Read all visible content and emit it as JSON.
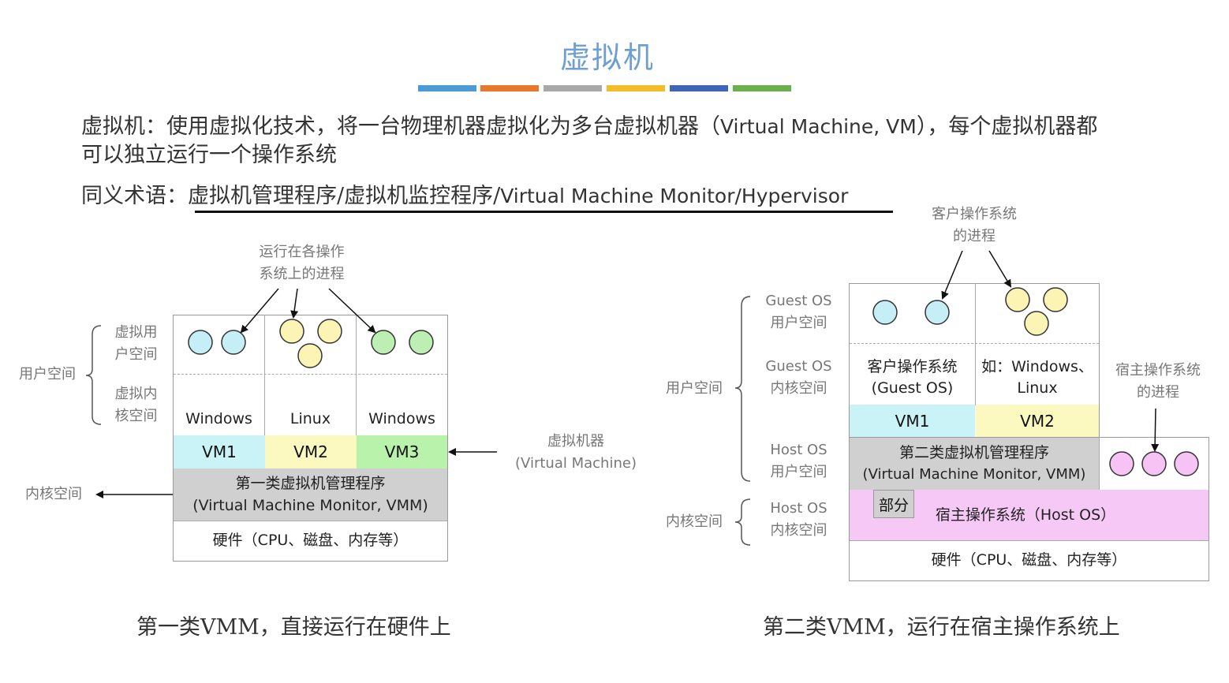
{
  "page": {
    "title": "虚拟机"
  },
  "stripes": [
    "#4a9bd6",
    "#e8782e",
    "#a9a9a9",
    "#f3bd2a",
    "#3f66b6",
    "#6ab04c"
  ],
  "intro": {
    "line1_a": "虚拟机：使用虚拟化技术，将一台物理机器虚拟化为多台虚拟机器（",
    "line1_b": "Virtual Machine, VM",
    "line1_c": "），每个虚拟机器都",
    "line2": "可以独立运行一个操作系统",
    "syn_label": "同义术语：",
    "syn_a": "虚拟机管理程序/虚拟机监控程序/",
    "syn_b": "Virtual Machine Monitor/Hypervisor"
  },
  "type1": {
    "process_note_1": "运行在各操作",
    "process_note_2": "系统上的进程",
    "vuser_1": "虚拟用",
    "vuser_2": "户空间",
    "vkernel_1": "虚拟内",
    "vkernel_2": "核空间",
    "user_space": "用户空间",
    "kernel_space": "内核空间",
    "os": [
      "Windows",
      "Linux",
      "Windows"
    ],
    "vms": [
      "VM1",
      "VM2",
      "VM3"
    ],
    "vmm_1": "第一类虚拟机管理程序",
    "vmm_2": "(Virtual Machine Monitor, VMM)",
    "hardware": "硬件（CPU、磁盘、内存等）",
    "vm_label_1": "虚拟机器",
    "vm_label_2": "(Virtual Machine)",
    "caption": "第一类VMM，直接运行在硬件上"
  },
  "type2": {
    "guest_proc_1": "客户操作系统",
    "guest_proc_2": "的进程",
    "guest_user_1": "Guest OS",
    "guest_user_2": "用户空间",
    "guest_kernel_1": "Guest OS",
    "guest_kernel_2": "内核空间",
    "host_user_1": "Host OS",
    "host_user_2": "用户空间",
    "host_kernel_1": "Host OS",
    "host_kernel_2": "内核空间",
    "user_space": "用户空间",
    "kernel_space": "内核空间",
    "guest_os_1": "客户操作系统",
    "guest_os_2": "(Guest OS)",
    "example_1": "如：Windows、",
    "example_2": "Linux",
    "vms": [
      "VM1",
      "VM2"
    ],
    "vmm_1": "第二类虚拟机管理程序",
    "vmm_2": "(Virtual Machine Monitor, VMM)",
    "host_proc_1": "宿主操作系统",
    "host_proc_2": "的进程",
    "part": "部分",
    "host_os": "宿主操作系统（Host OS）",
    "hardware": "硬件（CPU、磁盘、内存等）",
    "caption": "第二类VMM，运行在宿主操作系统上"
  },
  "colors": {
    "vm_cyan": "#c9f3f7",
    "vm_yellow": "#fbf8c0",
    "vm_green": "#b9f2ab",
    "vmm_gray": "#d0d0d0",
    "host_pink": "#f6c8f6",
    "proc_cyan": "#c6eef6",
    "proc_yellow": "#fbf4b4",
    "proc_green": "#bdeeb4",
    "proc_pink": "#f6c3f4"
  }
}
